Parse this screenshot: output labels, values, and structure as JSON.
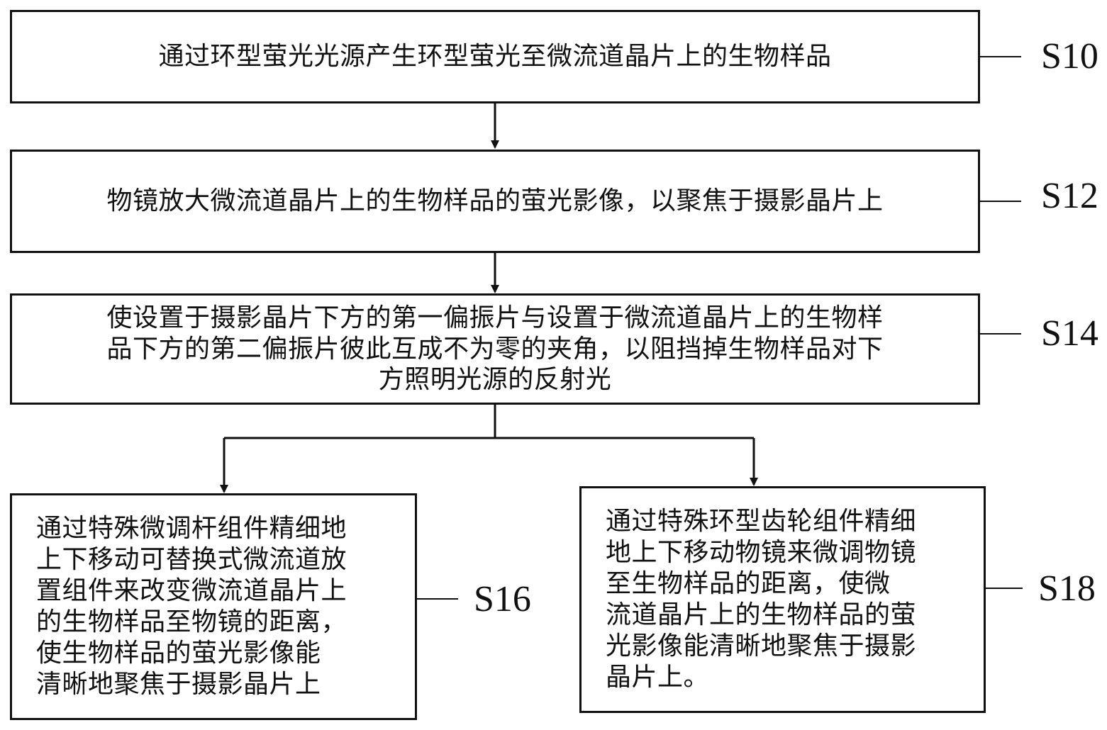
{
  "steps": {
    "s10": {
      "text": "通过环型萤光光源产生环型萤光至微流道晶片上的生物样品",
      "label": "S10"
    },
    "s12": {
      "text": "物镜放大微流道晶片上的生物样品的萤光影像，以聚焦于摄影晶片上",
      "label": "S12"
    },
    "s14": {
      "text": "使设置于摄影晶片下方的第一偏振片与设置于微流道晶片上的生物样\n品下方的第二偏振片彼此互成不为零的夹角，以阻挡掉生物样品对下\n方照明光源的反射光",
      "label": "S14"
    },
    "s16": {
      "text": "通过特殊微调杆组件精细地\n上下移动可替换式微流道放\n置组件来改变微流道晶片上\n的生物样品至物镜的距离，\n使生物样品的萤光影像能\n清晰地聚焦于摄影晶片上",
      "label": "S16"
    },
    "s18": {
      "text": "通过特殊环型齿轮组件精细\n地上下移动物镜来微调物镜\n至生物样品的距离，使微\n流道晶片上的生物样品的萤\n光影像能清晰地聚焦于摄影\n晶片上。",
      "label": "S18"
    }
  }
}
